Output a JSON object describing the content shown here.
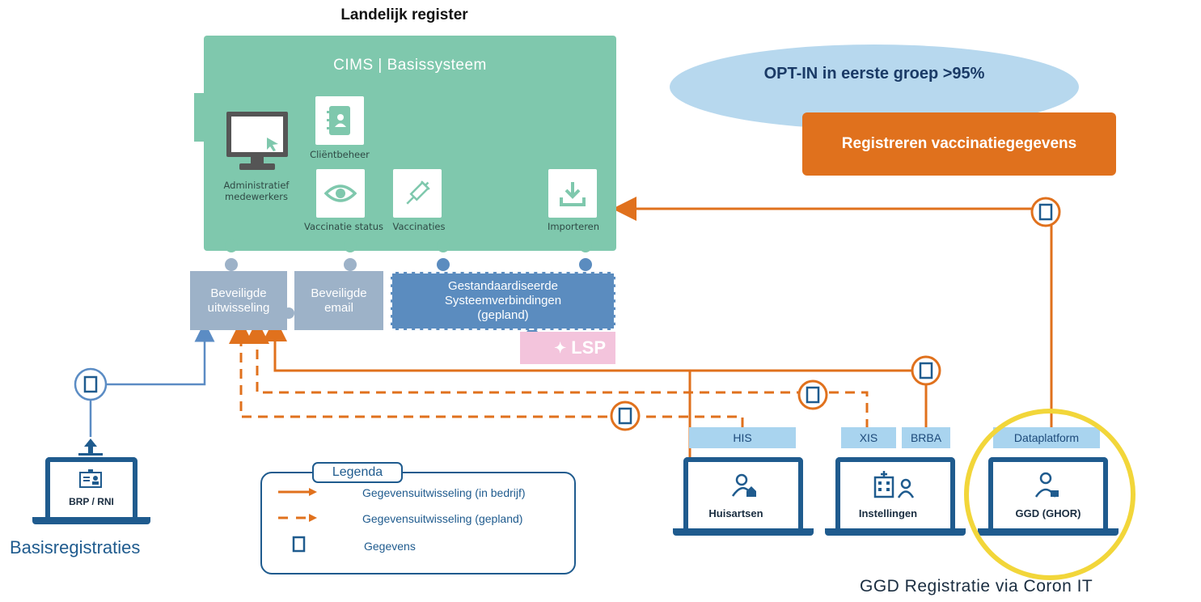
{
  "title": "Landelijk register",
  "cims": {
    "title": "CIMS | Basissysteem",
    "admin_label_1": "Administratief",
    "admin_label_2": "medewerkers",
    "client_label": "Cliëntbeheer",
    "status_label": "Vaccinatie status",
    "vacc_label": "Vaccinaties",
    "import_label": "Importeren"
  },
  "modules": {
    "secure_exchange_1": "Beveiligde",
    "secure_exchange_2": "uitwisseling",
    "secure_email_1": "Beveiligde",
    "secure_email_2": "email",
    "std_1": "Gestandaardiseerde",
    "std_2": "Systeemverbindingen",
    "std_3": "(gepland)",
    "lsp": "LSP"
  },
  "optin": "OPT-IN in eerste groep >95%",
  "register_button": "Registreren vaccinatiegegevens",
  "tags": {
    "his": "HIS",
    "xis": "XIS",
    "brba": "BRBA",
    "dataplatform": "Dataplatform"
  },
  "laptops": {
    "brp": "BRP / RNI",
    "huisartsen": "Huisartsen",
    "instellingen": "Instellingen",
    "ggd": "GGD (GHOR)"
  },
  "legend": {
    "title": "Legenda",
    "item_1": "Gegevensuitwisseling (in bedrijf)",
    "item_2": "Gegevensuitwisseling (gepland)",
    "item_3": "Gegevens"
  },
  "basisregistraties": "Basisregistraties",
  "ggd_caption": "GGD Registratie via Coron IT",
  "colors": {
    "cims_green": "#7fc8ad",
    "orange": "#e0711d",
    "blue_dark": "#1f5b8e",
    "blue_light": "#a9d4ef",
    "highlight_yellow": "#f2d63a"
  }
}
